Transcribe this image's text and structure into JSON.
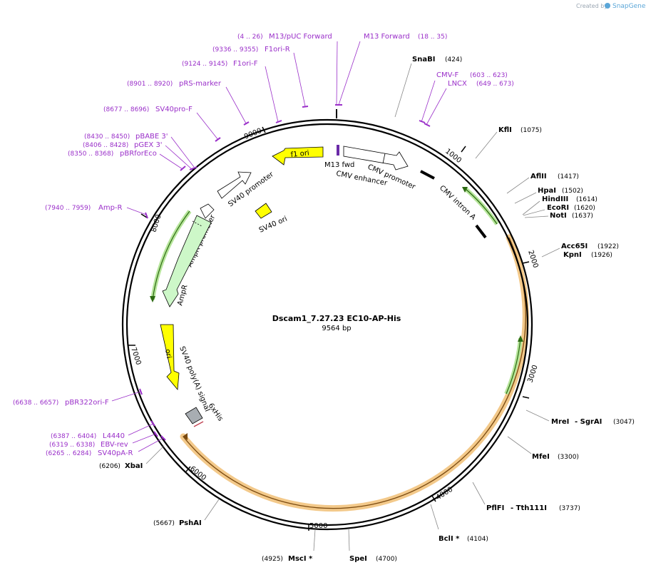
{
  "header": {
    "created_by": "Created by",
    "brand": "SnapGene"
  },
  "map": {
    "title": "Dscam1_7.27.23 EC10-AP-His",
    "length": "9564 bp"
  },
  "ticks": [
    "1000",
    "2000",
    "3000",
    "4000",
    "5000",
    "6000",
    "7000",
    "8000",
    "9000"
  ],
  "features": [
    {
      "label": "M13 fwd"
    },
    {
      "label": "CMV enhancer"
    },
    {
      "label": "CMV promoter"
    },
    {
      "label": "CMV intron A"
    },
    {
      "label": "f1 ori"
    },
    {
      "label": "SV40 promoter"
    },
    {
      "label": "SV40 ori"
    },
    {
      "label": "AmpR promoter"
    },
    {
      "label": "AmpR"
    },
    {
      "label": "ori"
    },
    {
      "label": "SV40 poly(A) signal"
    },
    {
      "label": "6xHis"
    }
  ],
  "enzymes": [
    {
      "name": "SnaBI",
      "pos": "(424)"
    },
    {
      "name": "KflI",
      "pos": "(1075)"
    },
    {
      "name": "AflII",
      "pos": "(1417)"
    },
    {
      "name": "HpaI",
      "pos": "(1502)"
    },
    {
      "name": "HindIII",
      "pos": "(1614)"
    },
    {
      "name": "EcoRI",
      "pos": "(1620)"
    },
    {
      "name": "NotI",
      "pos": "(1637)"
    },
    {
      "name": "Acc65I",
      "pos": "(1922)"
    },
    {
      "name": "KpnI",
      "pos": "(1926)"
    },
    {
      "name": "MreI",
      "pos": "(3047)",
      "name2": "- SgrAI"
    },
    {
      "name": "MfeI",
      "pos": "(3300)"
    },
    {
      "name": "PflFI",
      "pos": "(3737)",
      "name2": "- Tth111I"
    },
    {
      "name": "BclI *",
      "pos": "(4104)"
    },
    {
      "name": "SpeI",
      "pos": "(4700)"
    },
    {
      "name": "MscI *",
      "pos": "(4925)"
    },
    {
      "name": "PshAI",
      "pos": "(5667)"
    },
    {
      "name": "XbaI",
      "pos": "(6206)"
    }
  ],
  "primers": [
    {
      "name": "M13/pUC Forward",
      "pos": "(4 .. 26)"
    },
    {
      "name": "M13 Forward",
      "pos": "(18 .. 35)"
    },
    {
      "name": "F1ori-R",
      "pos": "(9336 .. 9355)"
    },
    {
      "name": "F1ori-F",
      "pos": "(9124 .. 9145)"
    },
    {
      "name": "pRS-marker",
      "pos": "(8901 .. 8920)"
    },
    {
      "name": "SV40pro-F",
      "pos": "(8677 .. 8696)"
    },
    {
      "name": "pBABE 3'",
      "pos": "(8430 .. 8450)"
    },
    {
      "name": "pGEX 3'",
      "pos": "(8406 .. 8428)"
    },
    {
      "name": "pBRforEco",
      "pos": "(8350 .. 8368)"
    },
    {
      "name": "Amp-R",
      "pos": "(7940 .. 7959)"
    },
    {
      "name": "CMV-F",
      "pos": "(603 .. 623)"
    },
    {
      "name": "LNCX",
      "pos": "(649 .. 673)"
    },
    {
      "name": "pBR322ori-F",
      "pos": "(6638 .. 6657)"
    },
    {
      "name": "L4440",
      "pos": "(6387 .. 6404)"
    },
    {
      "name": "EBV-rev",
      "pos": "(6319 .. 6338)"
    },
    {
      "name": "SV40pA-R",
      "pos": "(6265 .. 6284)"
    }
  ],
  "colors": {
    "primer": "#9a2fc9",
    "orf_highlight": "#f3c98a",
    "orf_green": "#8fd16a",
    "promoter_fill": "#ffffff",
    "ampr_fill": "#cdf7c8",
    "ori_fill": "#ffff00",
    "his_fill": "#a8adb2"
  }
}
